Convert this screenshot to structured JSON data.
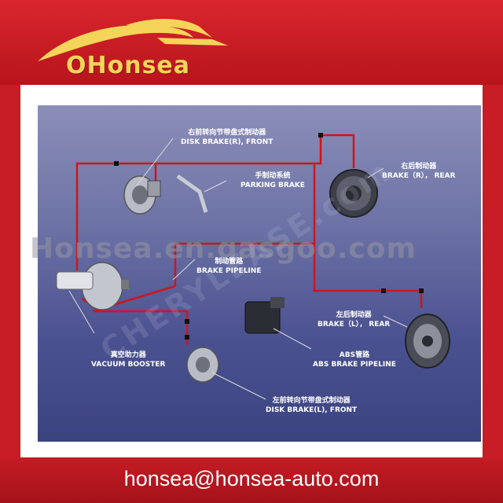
{
  "brand": {
    "logo_text": "OHonsea",
    "email": "honsea@honsea-auto.com"
  },
  "watermark": {
    "horizontal": "Honsea.en.gasgoo.com",
    "diagonal": "CHERYLEASE.com"
  },
  "labels": {
    "disk_brake_r_cn": "右前转向节带盘式制动器",
    "disk_brake_r_en": "DISK BRAKE(R), FRONT",
    "parking_cn": "手制动系统",
    "parking_en": "PARKING BRAKE",
    "brake_rear_r_cn": "右后制动器",
    "brake_rear_r_en": "BRAKE（R）， REAR",
    "pipeline_cn": "制动管路",
    "pipeline_en": "BRAKE PIPELINE",
    "booster_cn": "真空助力器",
    "booster_en": "VACUUM BOOSTER",
    "brake_rear_l_cn": "左后制动器",
    "brake_rear_l_en": "BRAKE（L）， REAR",
    "abs_cn": "ABS管路",
    "abs_en": "ABS BRAKE PIPELINE",
    "disk_brake_l_cn": "左前转向节带盘式制动器",
    "disk_brake_l_en": "DISK BRAKE(L), FRONT"
  },
  "colors": {
    "brand_red": "#c81d26",
    "logo_gold": "#f4d55a",
    "pipe_red": "#d0141c",
    "panel_blue": "#4a5190"
  }
}
